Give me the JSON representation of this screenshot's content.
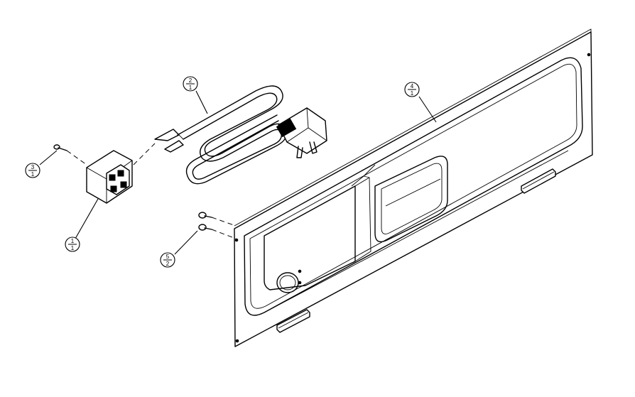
{
  "callouts": [
    {
      "id": "callout-1",
      "item": "1",
      "qty": "1"
    },
    {
      "id": "callout-2",
      "item": "2",
      "qty": "1"
    },
    {
      "id": "callout-3",
      "item": "3",
      "qty": "1"
    },
    {
      "id": "callout-4",
      "item": "4",
      "qty": "1"
    },
    {
      "id": "callout-5",
      "item": "5",
      "qty": "2"
    }
  ],
  "colors": {
    "line": "#000000",
    "background": "#ffffff"
  }
}
